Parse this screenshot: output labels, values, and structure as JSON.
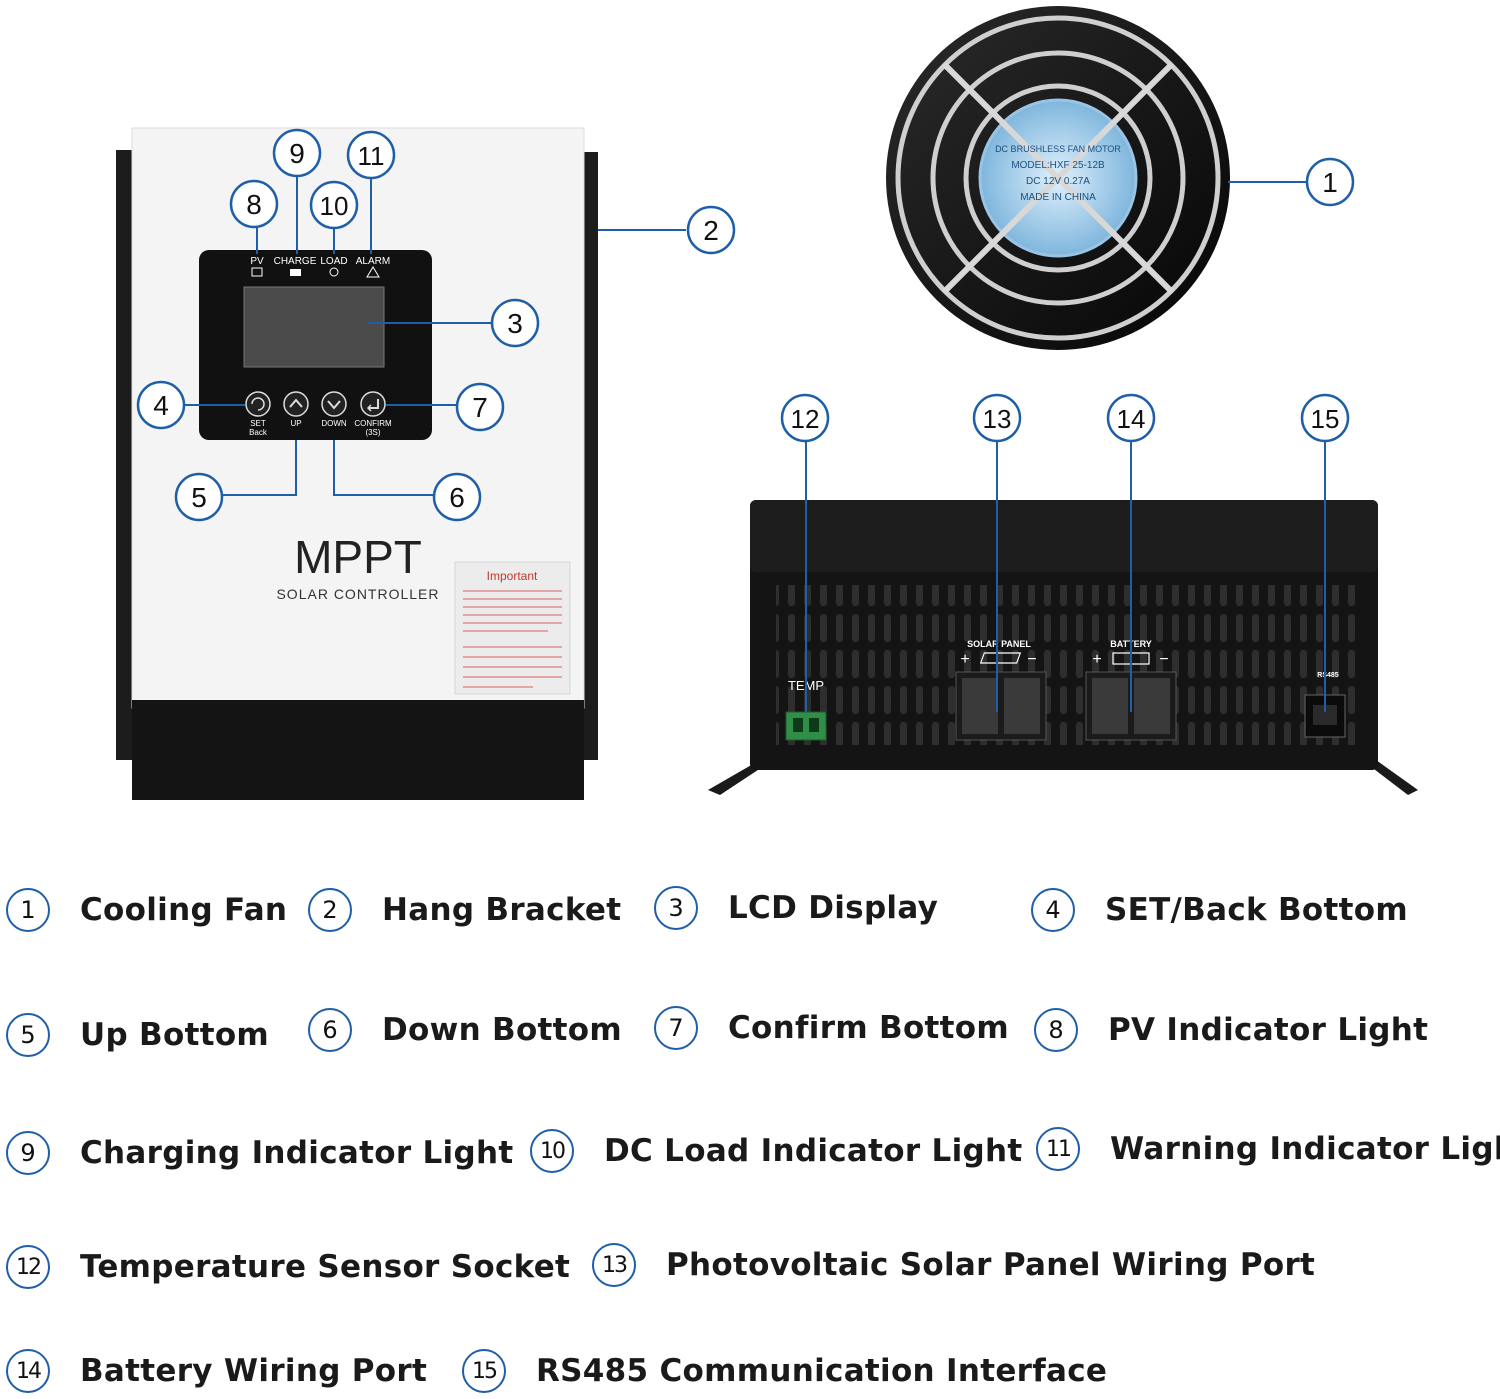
{
  "device": {
    "title": "MPPT",
    "subtitle": "SOLAR CONTROLLER",
    "important_label": "Important",
    "indicators": [
      "PV",
      "CHARGE",
      "LOAD",
      "ALARM"
    ],
    "buttons": [
      {
        "label": "SET",
        "sub": "Back"
      },
      {
        "label": "UP",
        "sub": ""
      },
      {
        "label": "DOWN",
        "sub": ""
      },
      {
        "label": "CONFIRM",
        "sub": "(3S)"
      }
    ]
  },
  "fan": {
    "sticker_lines": [
      "DC BRUSHLESS FAN MOTOR",
      "MODEL:HXF 25-12B",
      "DC 12V 0.27A",
      "MADE IN CHINA"
    ]
  },
  "bottom_unit": {
    "temp_label": "TEMP",
    "solar_label": "SOLAR PANEL",
    "battery_label": "BATTERY",
    "rs485_label": "RS485",
    "plus": "+",
    "minus": "−"
  },
  "callouts": [
    "1",
    "2",
    "3",
    "4",
    "5",
    "6",
    "7",
    "8",
    "9",
    "10",
    "11",
    "12",
    "13",
    "14",
    "15"
  ],
  "legend": [
    {
      "num": "1",
      "label": "Cooling Fan"
    },
    {
      "num": "2",
      "label": "Hang Bracket"
    },
    {
      "num": "3",
      "label": "LCD Display"
    },
    {
      "num": "4",
      "label": "SET/Back Bottom"
    },
    {
      "num": "5",
      "label": "Up Bottom"
    },
    {
      "num": "6",
      "label": "Down Bottom"
    },
    {
      "num": "7",
      "label": "Confirm Bottom"
    },
    {
      "num": "8",
      "label": "PV Indicator Light"
    },
    {
      "num": "9",
      "label": "Charging Indicator Light"
    },
    {
      "num": "10",
      "label": "DC Load Indicator Light"
    },
    {
      "num": "11",
      "label": "Warning Indicator Light"
    },
    {
      "num": "12",
      "label": "Temperature Sensor Socket"
    },
    {
      "num": "13",
      "label": "Photovoltaic Solar Panel Wiring Port"
    },
    {
      "num": "14",
      "label": "Battery Wiring Port"
    },
    {
      "num": "15",
      "label": "RS485 Communication Interface"
    }
  ],
  "colors": {
    "callout": "#1f5ea8",
    "panel": "#f4f4f4",
    "body_dark": "#141414"
  }
}
